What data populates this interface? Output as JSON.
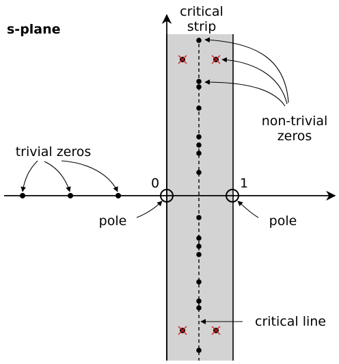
{
  "plane_label": "s-plane",
  "strip_label_line1": "critical",
  "strip_label_line2": "strip",
  "nontrivial_label_line1": "non-trivial",
  "nontrivial_label_line2": "zeros",
  "trivial_label": "trivial zeros",
  "origin_label": "0",
  "one_label": "1",
  "pole_left_label": "pole",
  "pole_right_label": "pole",
  "critical_line_label": "critical line",
  "colors": {
    "strip_fill": "#d3d3d3",
    "ink": "#000000",
    "off_line_zero_mark": "#d42020"
  }
}
